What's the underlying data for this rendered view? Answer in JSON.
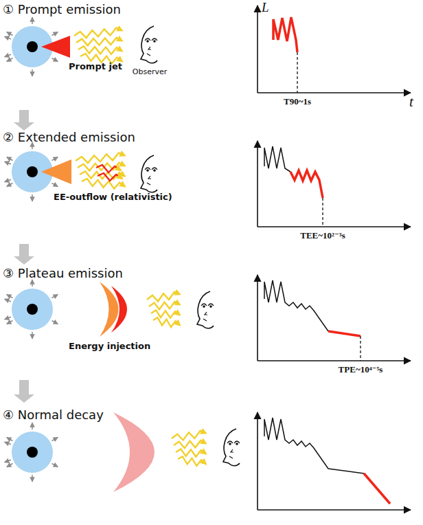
{
  "diagram": {
    "labels": [
      "① Prompt emission",
      "Prompt jet",
      "Observer",
      "L",
      "t",
      "T90~1s",
      "② Extended emission",
      "EE-outflow (relativistic)",
      "TEE~10²⁻³s",
      "③ Plateau emission",
      "Energy injection",
      "TPE~10⁴⁻⁵s",
      "④ Normal decay"
    ]
  }
}
